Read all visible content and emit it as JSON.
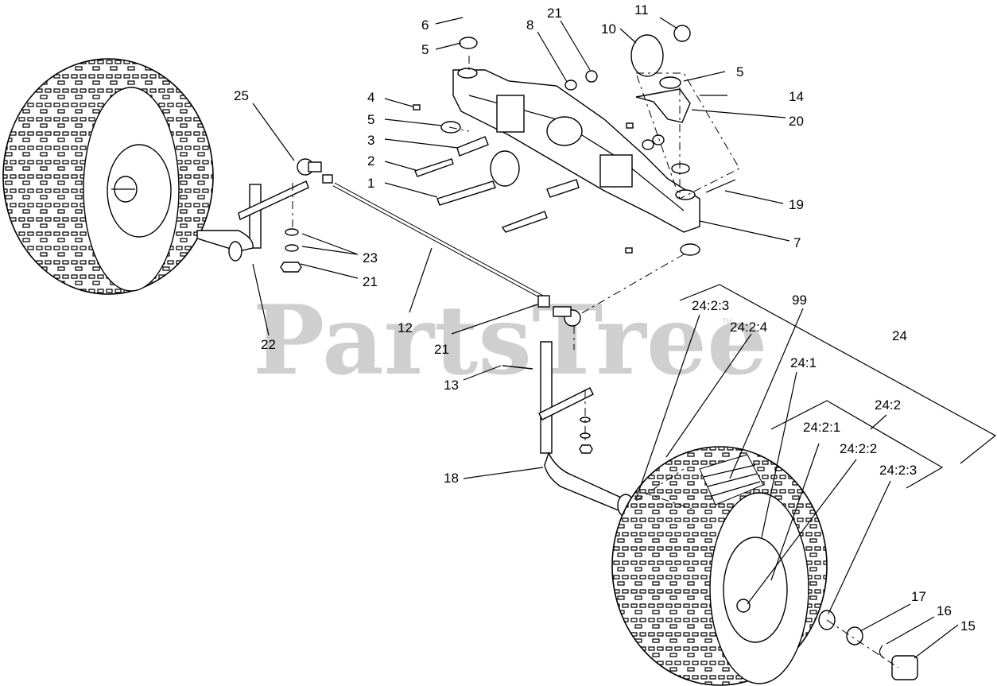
{
  "watermark": {
    "text": "PartsTree",
    "trademark": "TM"
  },
  "callouts": [
    {
      "id": "c-6",
      "label": "6"
    },
    {
      "id": "c-5a",
      "label": "5"
    },
    {
      "id": "c-8",
      "label": "8"
    },
    {
      "id": "c-21a",
      "label": "21"
    },
    {
      "id": "c-10",
      "label": "10"
    },
    {
      "id": "c-11",
      "label": "11"
    },
    {
      "id": "c-5b",
      "label": "5"
    },
    {
      "id": "c-4",
      "label": "4"
    },
    {
      "id": "c-14",
      "label": "14"
    },
    {
      "id": "c-5c",
      "label": "5"
    },
    {
      "id": "c-20",
      "label": "20"
    },
    {
      "id": "c-3",
      "label": "3"
    },
    {
      "id": "c-2",
      "label": "2"
    },
    {
      "id": "c-1",
      "label": "1"
    },
    {
      "id": "c-25",
      "label": "25"
    },
    {
      "id": "c-19",
      "label": "19"
    },
    {
      "id": "c-7",
      "label": "7"
    },
    {
      "id": "c-23",
      "label": "23"
    },
    {
      "id": "c-21b",
      "label": "21"
    },
    {
      "id": "c-12",
      "label": "12"
    },
    {
      "id": "c-22",
      "label": "22"
    },
    {
      "id": "c-99",
      "label": "99"
    },
    {
      "id": "c-2423a",
      "label": "24:2:3"
    },
    {
      "id": "c-2424",
      "label": "24:2:4"
    },
    {
      "id": "c-24",
      "label": "24"
    },
    {
      "id": "c-21c",
      "label": "21"
    },
    {
      "id": "c-241",
      "label": "24:1"
    },
    {
      "id": "c-13",
      "label": "13"
    },
    {
      "id": "c-242",
      "label": "24:2"
    },
    {
      "id": "c-2421",
      "label": "24:2:1"
    },
    {
      "id": "c-2422",
      "label": "24:2:2"
    },
    {
      "id": "c-18",
      "label": "18"
    },
    {
      "id": "c-2423b",
      "label": "24:2:3"
    },
    {
      "id": "c-17",
      "label": "17"
    },
    {
      "id": "c-16",
      "label": "16"
    },
    {
      "id": "c-15",
      "label": "15"
    }
  ]
}
